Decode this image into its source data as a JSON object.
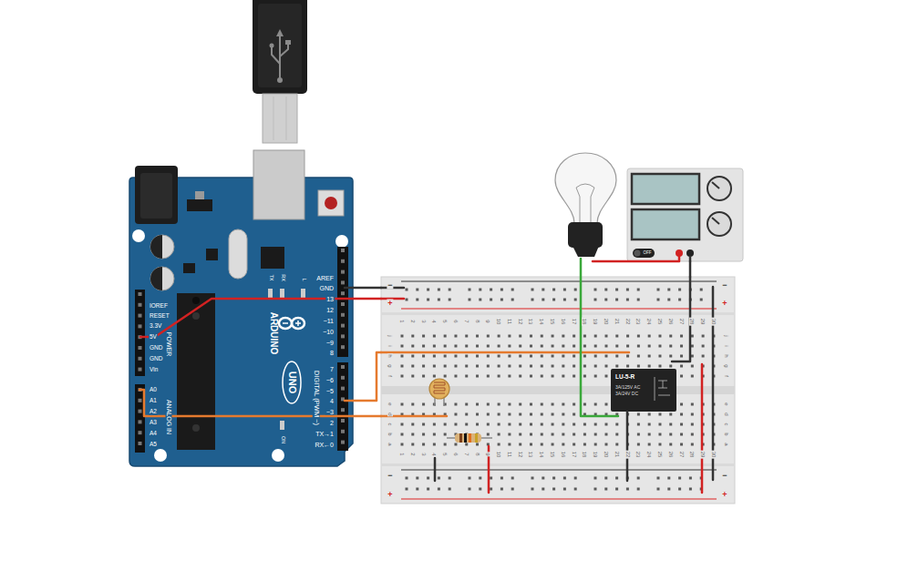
{
  "diagram": {
    "nodes": [
      {
        "text": [
          "AREF",
          "GND",
          "13",
          "12",
          "~11",
          "~10",
          "~9",
          "8",
          "7",
          "~6",
          "~5",
          "4",
          "~3",
          "2",
          "TX→1",
          "RX←0",
          "DIGITAL (PWM ~)",
          "ARDUINO",
          "UNO",
          "TX",
          "RX",
          "L",
          "ON",
          "IOREF",
          "RESET",
          "3.3V",
          "5V",
          "GND",
          "GND",
          "Vin",
          "POWER",
          "A0",
          "A1",
          "A2",
          "A3",
          "A4",
          "A5",
          "ANALOG IN"
        ]
      },
      {
        "text": [
          "OFF"
        ]
      },
      {
        "text": [
          "−",
          "+",
          "−",
          "+",
          "1",
          "2",
          "3",
          "4",
          "5",
          "6",
          "7",
          "8",
          "9",
          "10",
          "11",
          "12",
          "13",
          "14",
          "15",
          "16",
          "17",
          "18",
          "19",
          "20",
          "21",
          "22",
          "23",
          "24",
          "25",
          "26",
          "27",
          "28",
          "29",
          "30",
          "j",
          "i",
          "h",
          "g",
          "f",
          "j",
          "i",
          "h",
          "g",
          "f",
          "e",
          "d",
          "c",
          "b",
          "a",
          "e",
          "d",
          "c",
          "b",
          "a",
          "1",
          "2",
          "3",
          "4",
          "5",
          "6",
          "7",
          "8",
          "9",
          "10",
          "11",
          "12",
          "13",
          "14",
          "15",
          "16",
          "17",
          "18",
          "19",
          "20",
          "21",
          "22",
          "23",
          "24",
          "25",
          "26",
          "27",
          "28",
          "29",
          "30",
          "−",
          "+",
          "−",
          "+"
        ]
      },
      {
        "text": [
          "LU-5-R",
          "3A/125V AC",
          "3A/24V DC"
        ],
        "in": 2
      }
    ],
    "edges": [
      {
        "from": 0,
        "to": 2,
        "arrow": "none"
      },
      {
        "from": 0,
        "to": 2,
        "arrow": "none"
      },
      {
        "from": 0,
        "to": 2,
        "arrow": "none"
      },
      {
        "from": 0,
        "to": 2,
        "arrow": "none"
      },
      {
        "from": 1,
        "to": 2,
        "arrow": "none"
      }
    ]
  }
}
